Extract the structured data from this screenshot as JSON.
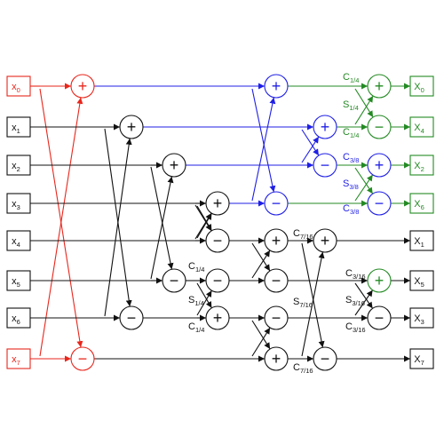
{
  "colors": {
    "black": "#111111",
    "red": "#e8261c",
    "blue": "#1f1fe6",
    "green": "#238a23"
  },
  "inputs": [
    {
      "id": "x0",
      "base": "x",
      "sub": "0",
      "color": "red"
    },
    {
      "id": "x1",
      "base": "x",
      "sub": "1",
      "color": "black"
    },
    {
      "id": "x2",
      "base": "x",
      "sub": "2",
      "color": "black"
    },
    {
      "id": "x3",
      "base": "x",
      "sub": "3",
      "color": "black"
    },
    {
      "id": "x4",
      "base": "x",
      "sub": "4",
      "color": "black"
    },
    {
      "id": "x5",
      "base": "x",
      "sub": "5",
      "color": "black"
    },
    {
      "id": "x6",
      "base": "x",
      "sub": "6",
      "color": "black"
    },
    {
      "id": "x7",
      "base": "x",
      "sub": "7",
      "color": "red"
    }
  ],
  "outputs": [
    {
      "id": "X0",
      "base": "X",
      "sub": "0",
      "color": "green"
    },
    {
      "id": "X4",
      "base": "X",
      "sub": "4",
      "color": "green"
    },
    {
      "id": "X2",
      "base": "X",
      "sub": "2",
      "color": "green"
    },
    {
      "id": "X6",
      "base": "X",
      "sub": "6",
      "color": "green"
    },
    {
      "id": "X1",
      "base": "X",
      "sub": "1",
      "color": "black"
    },
    {
      "id": "X5",
      "base": "X",
      "sub": "5",
      "color": "black"
    },
    {
      "id": "X3",
      "base": "X",
      "sub": "3",
      "color": "black"
    },
    {
      "id": "X7",
      "base": "X",
      "sub": "7",
      "color": "black"
    }
  ],
  "operators": [
    {
      "id": "s1-add-0",
      "op": "+",
      "color": "red"
    },
    {
      "id": "s1-sub-7",
      "op": "−",
      "color": "red"
    },
    {
      "id": "s1-add-1",
      "op": "+",
      "color": "black"
    },
    {
      "id": "s1-sub-6",
      "op": "−",
      "color": "black"
    },
    {
      "id": "s1-add-2",
      "op": "+",
      "color": "black"
    },
    {
      "id": "s1-sub-5",
      "op": "−",
      "color": "black"
    },
    {
      "id": "s1-add-3",
      "op": "+",
      "color": "black"
    },
    {
      "id": "s1-sub-4",
      "op": "−",
      "color": "black"
    },
    {
      "id": "s2-rot-5",
      "op": "−",
      "color": "black"
    },
    {
      "id": "s2-rot-6",
      "op": "+",
      "color": "black"
    },
    {
      "id": "s2-add-0",
      "op": "+",
      "color": "blue"
    },
    {
      "id": "s2-add-1",
      "op": "+",
      "color": "blue"
    },
    {
      "id": "s2-sub-2",
      "op": "−",
      "color": "blue"
    },
    {
      "id": "s2-sub-3",
      "op": "−",
      "color": "blue"
    },
    {
      "id": "s2-add-4",
      "op": "+",
      "color": "black"
    },
    {
      "id": "s2-sub-5",
      "op": "−",
      "color": "black"
    },
    {
      "id": "s2-sub-6",
      "op": "−",
      "color": "black"
    },
    {
      "id": "s2-add-7",
      "op": "+",
      "color": "black"
    },
    {
      "id": "s3-add-0",
      "op": "+",
      "color": "green"
    },
    {
      "id": "s3-sub-1",
      "op": "−",
      "color": "green"
    },
    {
      "id": "s3-add-2",
      "op": "+",
      "color": "blue"
    },
    {
      "id": "s3-sub-3",
      "op": "−",
      "color": "blue"
    },
    {
      "id": "s3-add-4",
      "op": "+",
      "color": "black"
    },
    {
      "id": "s3-sub-7",
      "op": "−",
      "color": "black"
    },
    {
      "id": "s4-add-2",
      "op": "+",
      "color": "green"
    },
    {
      "id": "s4-sub-3",
      "op": "−",
      "color": "green"
    },
    {
      "id": "s4-add-5",
      "op": "+",
      "color": "black"
    },
    {
      "id": "s4-sub-6",
      "op": "−",
      "color": "black"
    }
  ],
  "coefficients": [
    {
      "base": "C",
      "sub": "1/4",
      "color": "green"
    },
    {
      "base": "S",
      "sub": "1/4",
      "color": "green"
    },
    {
      "base": "C",
      "sub": "1/4",
      "color": "green"
    },
    {
      "base": "C",
      "sub": "3/8",
      "color": "blue"
    },
    {
      "base": "S",
      "sub": "3/8",
      "color": "blue"
    },
    {
      "base": "C",
      "sub": "3/8",
      "color": "blue"
    },
    {
      "base": "C",
      "sub": "1/4",
      "color": "black"
    },
    {
      "base": "S",
      "sub": "1/4",
      "color": "black"
    },
    {
      "base": "C",
      "sub": "1/4",
      "color": "black"
    },
    {
      "base": "C",
      "sub": "7/16",
      "color": "black"
    },
    {
      "base": "S",
      "sub": "7/16",
      "color": "black"
    },
    {
      "base": "C",
      "sub": "7/16",
      "color": "black"
    },
    {
      "base": "C",
      "sub": "3/16",
      "color": "black"
    },
    {
      "base": "S",
      "sub": "3/16",
      "color": "black"
    },
    {
      "base": "C",
      "sub": "3/16",
      "color": "black"
    }
  ]
}
